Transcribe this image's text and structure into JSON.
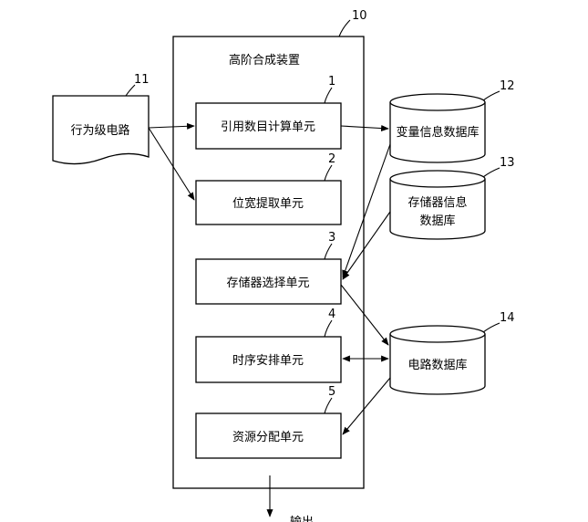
{
  "system": {
    "title": "高阶合成装置",
    "ref": "10"
  },
  "input": {
    "label": "行为级电路",
    "ref": "11"
  },
  "units": [
    {
      "label": "引用数目计算单元",
      "ref": "1"
    },
    {
      "label": "位宽提取单元",
      "ref": "2"
    },
    {
      "label": "存储器选择单元",
      "ref": "3"
    },
    {
      "label": "时序安排单元",
      "ref": "4"
    },
    {
      "label": "资源分配单元",
      "ref": "5"
    }
  ],
  "databases": [
    {
      "lines": [
        "变量信息数据库"
      ],
      "ref": "12"
    },
    {
      "lines": [
        "存储器信息",
        "数据库"
      ],
      "ref": "13"
    },
    {
      "lines": [
        "电路数据库"
      ],
      "ref": "14"
    }
  ],
  "output": {
    "label": "输出"
  }
}
